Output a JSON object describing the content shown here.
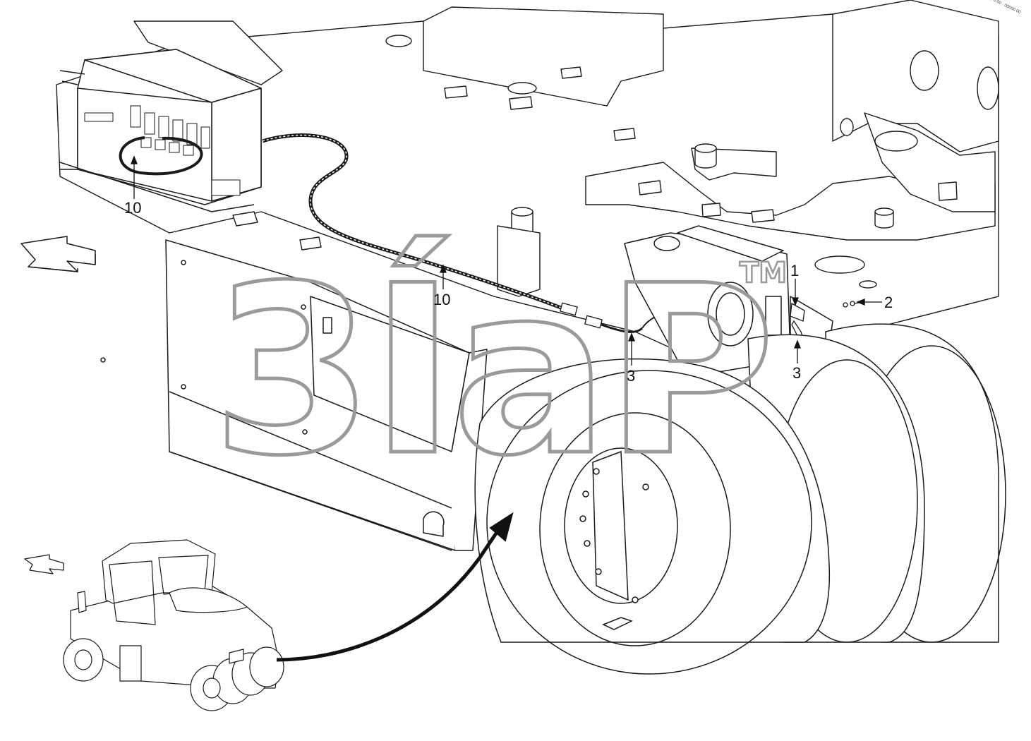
{
  "diagram": {
    "callouts": [
      {
        "id": "cable-10-upper",
        "label": "10"
      },
      {
        "id": "cable-10-lower",
        "label": "10"
      },
      {
        "id": "part-1",
        "label": "1"
      },
      {
        "id": "part-2",
        "label": "2"
      },
      {
        "id": "part-3-left",
        "label": "3"
      },
      {
        "id": "part-3-right",
        "label": "3"
      }
    ],
    "corner_code": "0 0 00 · 00000 00"
  },
  "watermark": {
    "text": "3ÍaP",
    "tm": "TM"
  },
  "colors": {
    "line": "#1a1a1a",
    "fill": "#ffffff",
    "watermark": "#9a9a9a"
  }
}
